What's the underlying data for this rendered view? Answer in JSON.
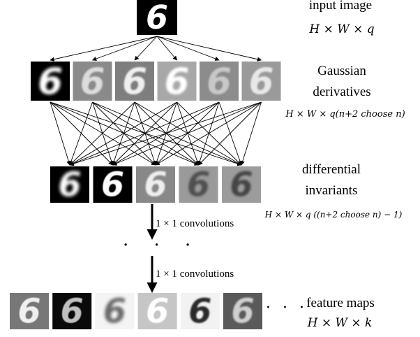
{
  "labels": {
    "input_title": "input image",
    "input_dims": "H × W × q",
    "gauss_title_1": "Gaussian",
    "gauss_title_2": "derivatives",
    "gauss_dims": "H × W × q(n+2 choose n)",
    "diff_title_1": "differential",
    "diff_title_2": "invariants",
    "diff_dims": "H × W × q ((n+2 choose n) − 1)",
    "conv_1": "1 × 1 convolutions",
    "conv_2": "1 × 1 convolutions",
    "vertical_dots": "· · ·",
    "row_dots": "· · ·",
    "feature_title": "feature maps",
    "feature_dims": "H × W × k"
  },
  "digit": "6",
  "rows": {
    "input": [
      {
        "bg": "#000000",
        "fg": "#ffffff",
        "blur": 0
      }
    ],
    "gaussian": [
      {
        "bg": "#000000",
        "fg": "#ffffff",
        "blur": 2
      },
      {
        "bg": "#8a8a8a",
        "fg": "#dcdcdc",
        "blur": 1
      },
      {
        "bg": "#7e7e7e",
        "fg": "#efefef",
        "blur": 1
      },
      {
        "bg": "#a8a8a8",
        "fg": "#ffffff",
        "blur": 1.5
      },
      {
        "bg": "#8c8c8c",
        "fg": "#c8c8c8",
        "blur": 1
      },
      {
        "bg": "#9a9a9a",
        "fg": "#e8e8e8",
        "blur": 1
      }
    ],
    "invariants": [
      {
        "bg": "#000000",
        "fg": "#ffffff",
        "blur": 2.5
      },
      {
        "bg": "#000000",
        "fg": "#ffffff",
        "blur": 0.5
      },
      {
        "bg": "#888888",
        "fg": "#eeeeee",
        "blur": 1
      },
      {
        "bg": "#9a9a9a",
        "fg": "#505050",
        "blur": 1.5
      },
      {
        "bg": "#9c9c9c",
        "fg": "#444444",
        "blur": 1.5
      }
    ],
    "features": [
      {
        "bg": "#777777",
        "fg": "#f0f0f0",
        "blur": 0.5
      },
      {
        "bg": "#0a0a0a",
        "fg": "#c0c0c0",
        "blur": 0.5
      },
      {
        "bg": "#f4f4f4",
        "fg": "#6a6a6a",
        "blur": 2
      },
      {
        "bg": "#c6c6c6",
        "fg": "#ffffff",
        "blur": 0.5
      },
      {
        "bg": "#f2f2f2",
        "fg": "#2a2a2a",
        "blur": 1
      },
      {
        "bg": "#5a5a5a",
        "fg": "#d0d0d0",
        "blur": 1
      }
    ]
  }
}
